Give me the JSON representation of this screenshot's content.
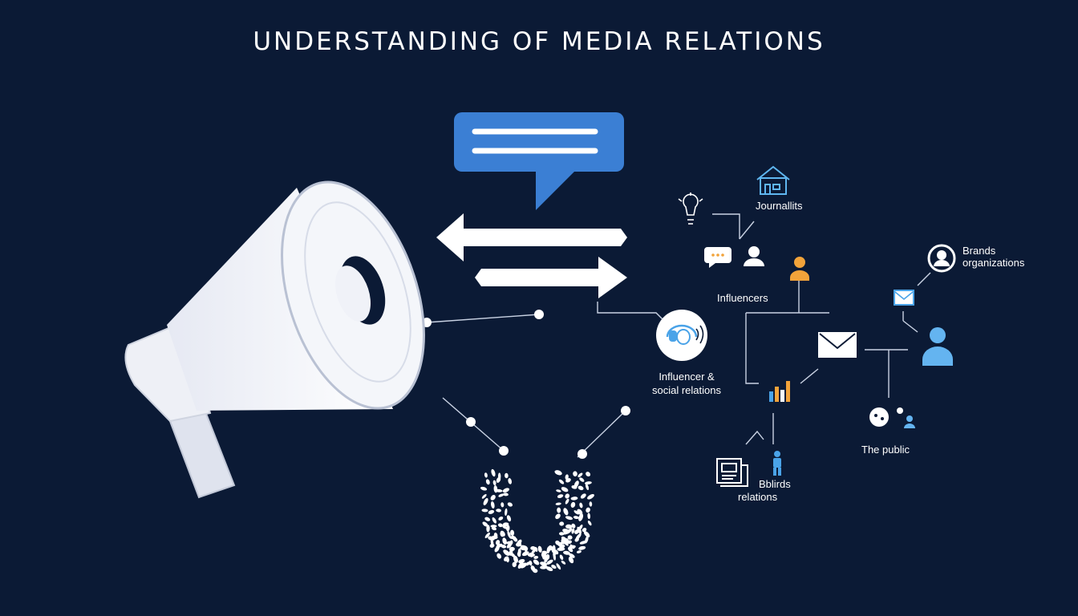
{
  "title": "UNDERSTANDING OF MEDIA RELATIONS",
  "colors": {
    "background": "#0b1a35",
    "bubble": "#3b7fd4",
    "accent_orange": "#f2a33a",
    "accent_blue": "#4aa3e8",
    "line": "#c9d2e3"
  },
  "labels": {
    "journalists": "Journallits",
    "brands_orgs_line1": "Brands",
    "brands_orgs_line2": "organizations",
    "influencers": "Influencers",
    "influencer_social_line1": "Influencer &",
    "influencer_social_line2": "social relations",
    "the_public": "The public",
    "brands_relations_line1": "Bblirds",
    "brands_relations_line2": "relations"
  },
  "icons": [
    "megaphone-icon",
    "speech-bubble-icon",
    "arrow-left-icon",
    "arrow-right-icon",
    "lightbulb-icon",
    "house-icon",
    "chat-icon",
    "person-icon",
    "person-orange-icon",
    "headphones-icon",
    "mail-icon",
    "bar-chart-icon",
    "brand-face-icon",
    "person-blue-icon",
    "newspaper-icon",
    "standing-person-icon",
    "magnet-icon"
  ]
}
